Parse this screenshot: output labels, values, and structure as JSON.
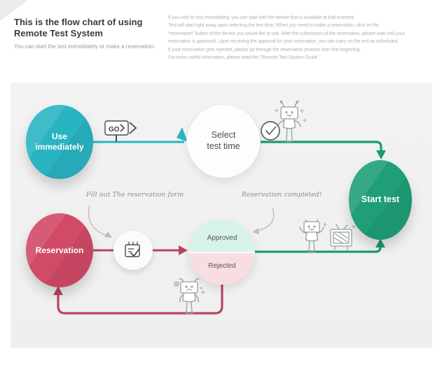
{
  "header": {
    "title": "This is the flow chart of using Remote Test System",
    "subtitle": "You can start the test immediately or make a reservation.",
    "description_lines": [
      "If you wish to test immediately, you can start with the device that is available at that moment.",
      "Test will start right away upon selecting the test time. When you need to make a reservation, click on the",
      "\"reservation\" button of the device you would like to use. After the submission of the reservation, please wait until your",
      "reservation is approved. Upon receiving the approval for your reservation, you can carry on the test as scheduled.",
      "If your reservation gets rejected, please go through the reservation process from the beginning.",
      "For more useful information, please read the \"Remote Test System Guide\"."
    ]
  },
  "flowchart": {
    "go_label": "GO",
    "nodes": {
      "use_immediately": {
        "line1": "Use",
        "line2": "immediately"
      },
      "select_test_time": {
        "line1": "Select",
        "line2": "test time"
      },
      "start_test": {
        "label": "Start test"
      },
      "reservation": {
        "label": "Reservation"
      },
      "approved": {
        "label": "Approved"
      },
      "rejected": {
        "label": "Rejected"
      }
    },
    "annotations": {
      "fill_out": "Fill out The reservation form",
      "completed": "Reservation completed!"
    },
    "icons": {
      "go_sign": "go-signpost",
      "clock_check": "clock-with-checkmark",
      "robot_clock": "happy-robot-beside-clock",
      "robot_tv": "robot-watching-monitor",
      "robot_sad": "sad-robot",
      "calendar_check": "reservation-form-calendar"
    }
  },
  "colors": {
    "teal": "#29b4c2",
    "teal_line": "#2ab5c2",
    "green": "#1f9e77",
    "green_line": "#189c74",
    "red": "#d14a66",
    "red_line": "#bb4560",
    "mint": "#d9f2e8",
    "pink": "#f8dee3",
    "panel_bg": "#f1f1f1",
    "text_dark": "#3b3b3b",
    "text_gray": "#9a9a9a",
    "text_light": "#b5b5b5",
    "sketch": "#97a0a0"
  }
}
